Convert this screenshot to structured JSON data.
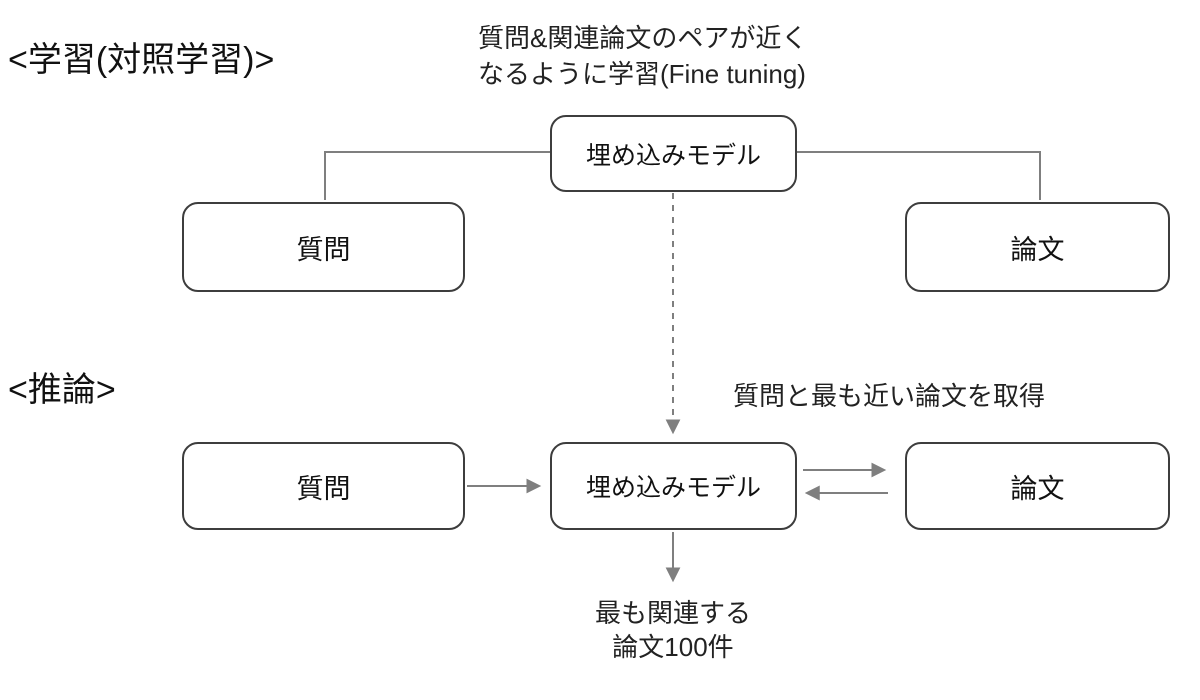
{
  "training": {
    "section_label": "<学習(対照学習)>",
    "annotation": "質問&関連論文のペアが近く\nなるように学習(Fine tuning)",
    "embedding_model_label": "埋め込みモデル",
    "question_label": "質問",
    "paper_label": "論文"
  },
  "inference": {
    "section_label": "<推論>",
    "annotation": "質問と最も近い論文を取得",
    "question_label": "質問",
    "embedding_model_label": "埋め込みモデル",
    "paper_label": "論文",
    "output_label": "最も関連する\n論文100件"
  },
  "colors": {
    "box_border": "#3d3d3d",
    "connector": "#7f7f7f",
    "text": "#111111",
    "background": "#ffffff"
  }
}
